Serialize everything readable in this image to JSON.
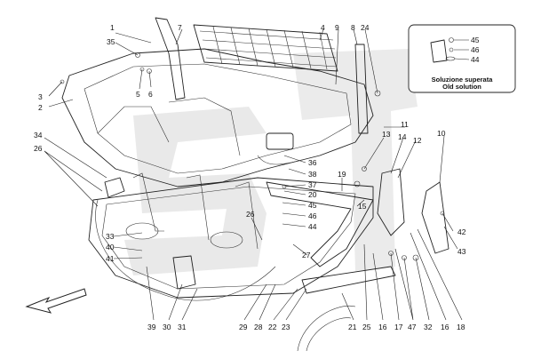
{
  "diagram": {
    "inset": {
      "caption_line1": "Soluzione superata",
      "caption_line2": "Old solution",
      "labels": [
        "45",
        "46",
        "44"
      ]
    },
    "callouts": [
      {
        "id": "c1",
        "text": "1"
      },
      {
        "id": "c7",
        "text": "7"
      },
      {
        "id": "c4",
        "text": "4"
      },
      {
        "id": "c9",
        "text": "9"
      },
      {
        "id": "c8",
        "text": "8"
      },
      {
        "id": "c24",
        "text": "24"
      },
      {
        "id": "c35",
        "text": "35"
      },
      {
        "id": "c6",
        "text": "6"
      },
      {
        "id": "c5",
        "text": "5"
      },
      {
        "id": "c3",
        "text": "3"
      },
      {
        "id": "c2",
        "text": "2"
      },
      {
        "id": "c11",
        "text": "11"
      },
      {
        "id": "c13",
        "text": "13"
      },
      {
        "id": "c14",
        "text": "14"
      },
      {
        "id": "c12",
        "text": "12"
      },
      {
        "id": "c10",
        "text": "10"
      },
      {
        "id": "c34",
        "text": "34"
      },
      {
        "id": "c26a",
        "text": "26"
      },
      {
        "id": "c36",
        "text": "36"
      },
      {
        "id": "c38",
        "text": "38"
      },
      {
        "id": "c37",
        "text": "37"
      },
      {
        "id": "c19",
        "text": "19"
      },
      {
        "id": "c20",
        "text": "20"
      },
      {
        "id": "c45",
        "text": "45"
      },
      {
        "id": "c46",
        "text": "46"
      },
      {
        "id": "c44",
        "text": "44"
      },
      {
        "id": "c15",
        "text": "15"
      },
      {
        "id": "c26b",
        "text": "26"
      },
      {
        "id": "c27",
        "text": "27"
      },
      {
        "id": "c33",
        "text": "33"
      },
      {
        "id": "c40",
        "text": "40"
      },
      {
        "id": "c41",
        "text": "41"
      },
      {
        "id": "c42",
        "text": "42"
      },
      {
        "id": "c43",
        "text": "43"
      },
      {
        "id": "c39",
        "text": "39"
      },
      {
        "id": "c30",
        "text": "30"
      },
      {
        "id": "c31",
        "text": "31"
      },
      {
        "id": "c29",
        "text": "29"
      },
      {
        "id": "c28",
        "text": "28"
      },
      {
        "id": "c22",
        "text": "22"
      },
      {
        "id": "c23",
        "text": "23"
      },
      {
        "id": "c21",
        "text": "21"
      },
      {
        "id": "c25",
        "text": "25"
      },
      {
        "id": "c16a",
        "text": "16"
      },
      {
        "id": "c17",
        "text": "17"
      },
      {
        "id": "c47",
        "text": "47"
      },
      {
        "id": "c32",
        "text": "32"
      },
      {
        "id": "c16b",
        "text": "16"
      },
      {
        "id": "c18",
        "text": "18"
      }
    ]
  },
  "colors": {
    "line": "#222222",
    "watermark": "#d7d7d7",
    "background": "#ffffff"
  }
}
